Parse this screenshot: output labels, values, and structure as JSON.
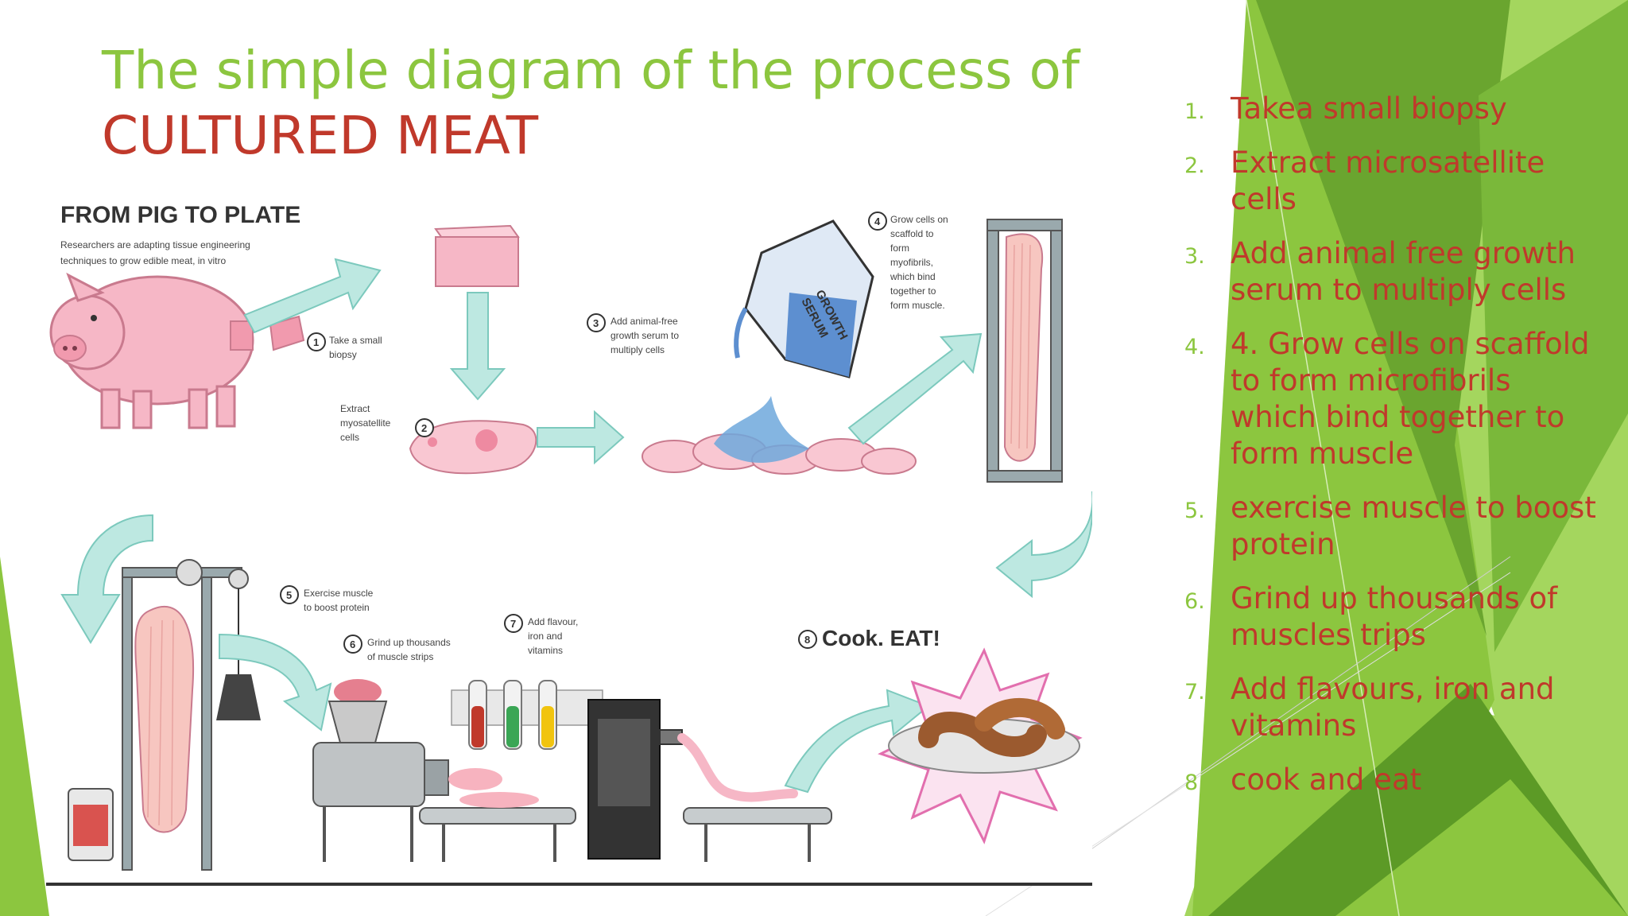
{
  "slide": {
    "title_line1": "The simple diagram of the process of",
    "title_line2": "CULTURED MEAT",
    "accent_green": "#8cc63f",
    "accent_red": "#c0392b"
  },
  "diagram": {
    "heading": "FROM PIG TO PLATE",
    "subheading_line1": "Researchers are adapting tissue engineering",
    "subheading_line2": "techniques to grow edible meat, in vitro",
    "captions": {
      "step1": [
        "Take a small",
        "biopsy"
      ],
      "step2": [
        "Extract",
        "myosatellite",
        "cells"
      ],
      "step3": [
        "Add animal-free",
        "growth serum to",
        "multiply cells"
      ],
      "step4": [
        "Grow cells on",
        "scaffold to",
        "form",
        "myofibrils,",
        "which bind",
        "together to",
        "form muscle."
      ],
      "step5": [
        "Exercise muscle",
        "to boost protein"
      ],
      "step6": [
        "Grind up thousands",
        "of muscle strips"
      ],
      "step7": [
        "Add flavour,",
        "iron and",
        "vitamins"
      ],
      "step8": "Cook. EAT!"
    },
    "serum_label": [
      "GROWTH",
      "SERUM"
    ],
    "step_numbers": [
      "1",
      "2",
      "3",
      "4",
      "5",
      "6",
      "7",
      "8"
    ]
  },
  "steps": [
    {
      "num": "1.",
      "text": "Takea small biopsy"
    },
    {
      "num": "2.",
      "text": "Extract microsatellite cells"
    },
    {
      "num": "3.",
      "text": "Add animal free growth serum to multiply cells"
    },
    {
      "num": "4.",
      "text": "4. Grow cells on scaffold to form microfibrils which bind together to form muscle"
    },
    {
      "num": "5.",
      "text": " exercise muscle to boost protein"
    },
    {
      "num": "6.",
      "text": " Grind up thousands of muscles trips"
    },
    {
      "num": "7.",
      "text": "Add flavours, iron and vitamins"
    },
    {
      "num": "8.",
      "text": "cook and eat"
    }
  ]
}
